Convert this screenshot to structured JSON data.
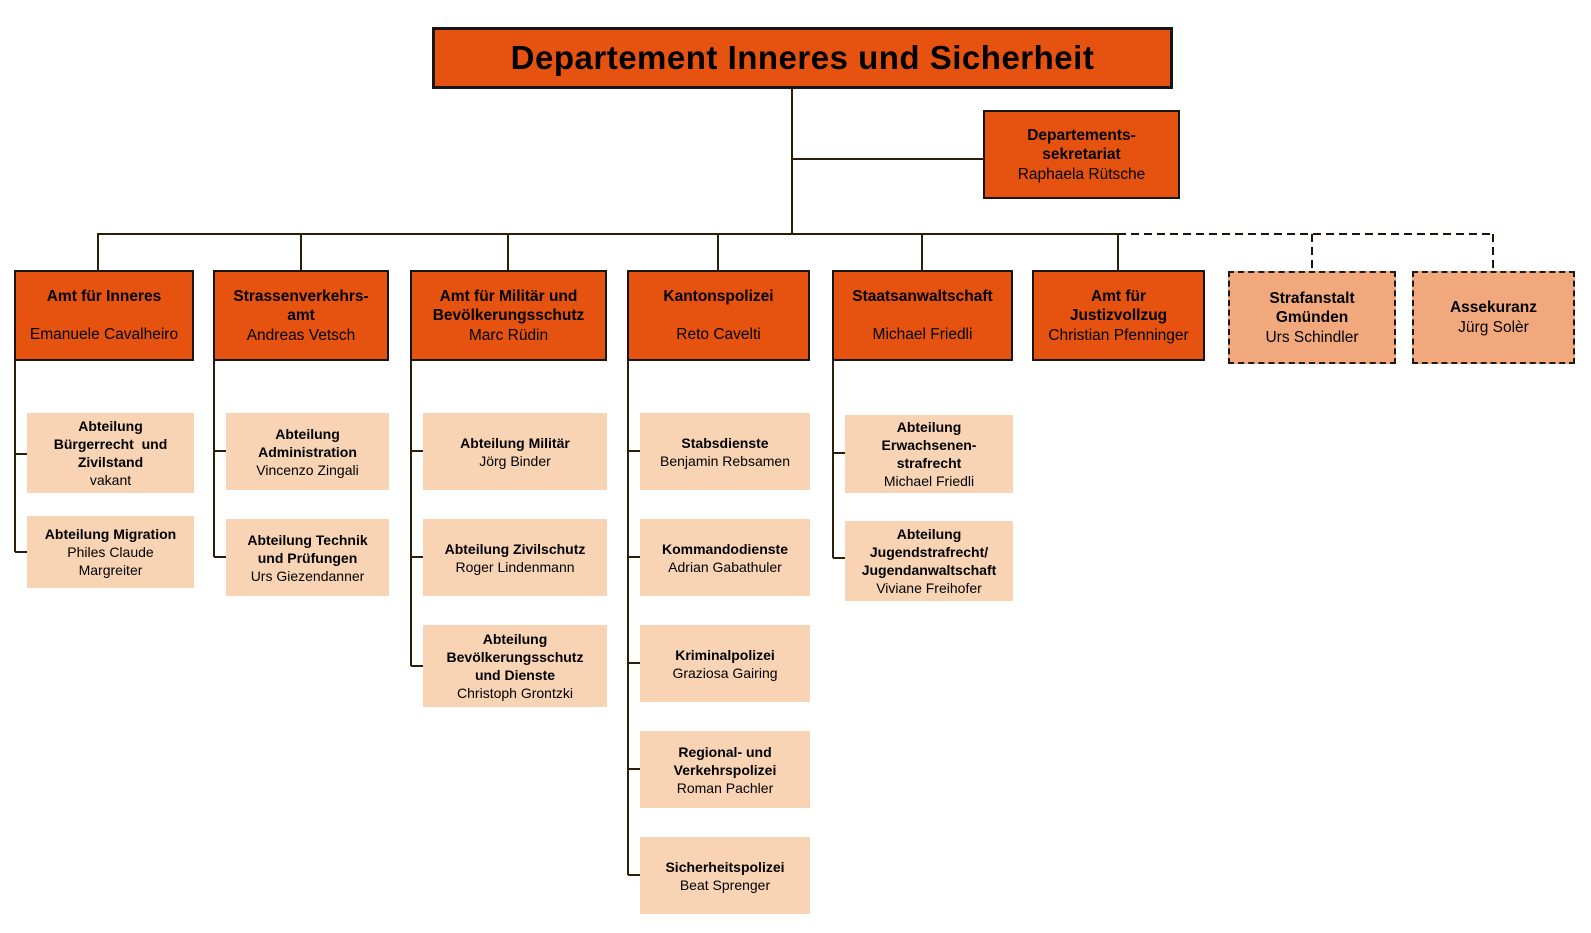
{
  "root": {
    "title": "Departement Inneres und Sicherheit"
  },
  "secretariat": {
    "title": "Departements-\nsekretariat",
    "name": "Raphaela Rütsche"
  },
  "columns": [
    {
      "title": "Amt für Inneres",
      "name": "Emanuele Cavalheiro",
      "children": [
        {
          "title": "Abteilung\nBürgerrecht  und\nZivilstand",
          "name": "vakant"
        },
        {
          "title": "Abteilung Migration",
          "name": "Philes Claude\nMargreiter"
        }
      ]
    },
    {
      "title": "Strassenverkehrs-\namt",
      "name": "Andreas Vetsch",
      "children": [
        {
          "title": "Abteilung\nAdministration",
          "name": "Vincenzo Zingali"
        },
        {
          "title": "Abteilung Technik\nund Prüfungen",
          "name": "Urs Giezendanner"
        }
      ]
    },
    {
      "title": "Amt für Militär und\nBevölkerungsschutz",
      "name": "Marc Rüdin",
      "children": [
        {
          "title": "Abteilung Militär",
          "name": "Jörg Binder"
        },
        {
          "title": "Abteilung Zivilschutz",
          "name": "Roger Lindenmann"
        },
        {
          "title": "Abteilung\nBevölkerungsschutz\nund Dienste",
          "name": "Christoph Grontzki"
        }
      ]
    },
    {
      "title": "Kantonspolizei",
      "name": "Reto Cavelti",
      "children": [
        {
          "title": "Stabsdienste",
          "name": "Benjamin Rebsamen"
        },
        {
          "title": "Kommandodienste",
          "name": "Adrian Gabathuler"
        },
        {
          "title": "Kriminalpolizei",
          "name": "Graziosa Gairing"
        },
        {
          "title": "Regional- und\nVerkehrspolizei",
          "name": "Roman Pachler"
        },
        {
          "title": "Sicherheitspolizei",
          "name": "Beat Sprenger"
        }
      ]
    },
    {
      "title": "Staatsanwaltschaft",
      "name": "Michael Friedli",
      "children": [
        {
          "title": "Abteilung\nErwachsenen-\nstrafrecht",
          "name": "Michael Friedli"
        },
        {
          "title": "Abteilung\nJugendstrafrecht/\nJugendanwaltschaft",
          "name": "Viviane Freihofer"
        }
      ]
    },
    {
      "title": "Amt für\nJustizvollzug",
      "name": "Christian Pfenninger",
      "children": []
    },
    {
      "title": "Strafanstalt\nGmünden",
      "name": "Urs Schindler",
      "dashed": true,
      "children": []
    },
    {
      "title": "Assekuranz",
      "name": "Jürg Solèr",
      "dashed": true,
      "children": []
    }
  ],
  "colors": {
    "box_orange": "#E6520F",
    "box_peach": "#F8D3B4",
    "box_salmon": "#F1A87C",
    "line": "#2B1F08"
  }
}
